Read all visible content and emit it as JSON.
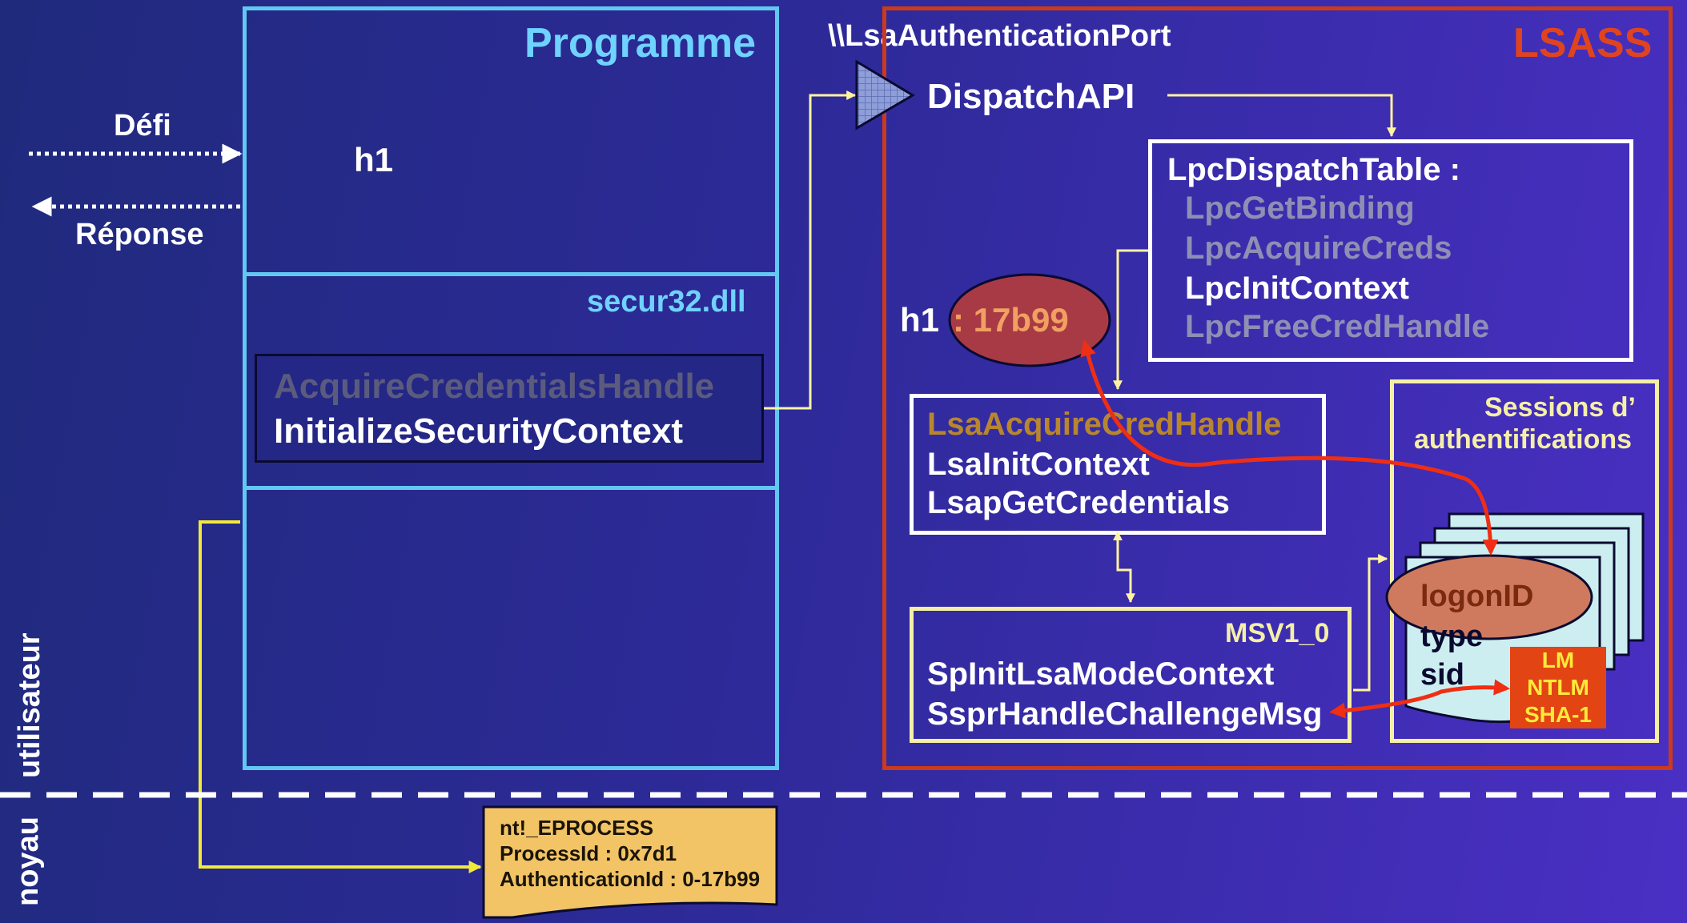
{
  "colors": {
    "program_border": "#62c8f2",
    "program_title": "#6fd2ff",
    "lsass_border": "#cc3a1c",
    "lsass_title": "#e0441e",
    "box_white": "#ffffff",
    "box_yellow": "#f5efa8",
    "connector": "#fff4a0",
    "kernel_line": "#f2ea3a",
    "red_arrow": "#ef2e14",
    "dimmed": "#8f8fb5",
    "golden": "#b8862e",
    "handle_ellipse": "#a83a46",
    "handle_text": "#f0a060",
    "session_fill": "#cdeef0",
    "logon_ellipse": "#cf7a5e",
    "logon_text": "#7a2a10",
    "hash_box": "#e24414",
    "hash_text": "#ffea3a",
    "note_fill": "#f2c466",
    "dashed_line": "#ffffff"
  },
  "left": {
    "defi_label": "Défi",
    "reponse_label": "Réponse"
  },
  "program": {
    "title": "Programme",
    "handle": "h1",
    "dll_label": "secur32.dll",
    "functions": [
      "AcquireCredentialsHandle",
      "InitializeSecurityContext"
    ]
  },
  "port_label": "\\\\LsaAuthenticationPort",
  "lsass": {
    "title": "LSASS",
    "dispatch_api": "DispatchAPI",
    "dispatch_table": {
      "title": "LpcDispatchTable :",
      "items": [
        "LpcGetBinding",
        "LpcAcquireCreds",
        "LpcInitContext",
        "LpcFreeCredHandle"
      ]
    },
    "handle_label": "h1",
    "handle_value": ": 17b99",
    "lsa_functions": [
      "LsaAcquireCredHandle",
      "LsaInitContext",
      "LsapGetCredentials"
    ],
    "msv": {
      "title": "MSV1_0",
      "functions": [
        "SpInitLsaModeContext",
        "SsprHandleChallengeMsg"
      ]
    },
    "sessions": {
      "title_line1": "Sessions d’",
      "title_line2": "authentifications",
      "logon_id": "logonID",
      "fields": [
        "type",
        "sid"
      ],
      "hashes": [
        "LM",
        "NTLM",
        "SHA-1"
      ]
    }
  },
  "side_labels": {
    "user": "utilisateur",
    "kernel": "noyau"
  },
  "kernel_note": {
    "lines": [
      "nt!_EPROCESS",
      "ProcessId : 0x7d1",
      "AuthenticationId : 0-17b99"
    ]
  }
}
